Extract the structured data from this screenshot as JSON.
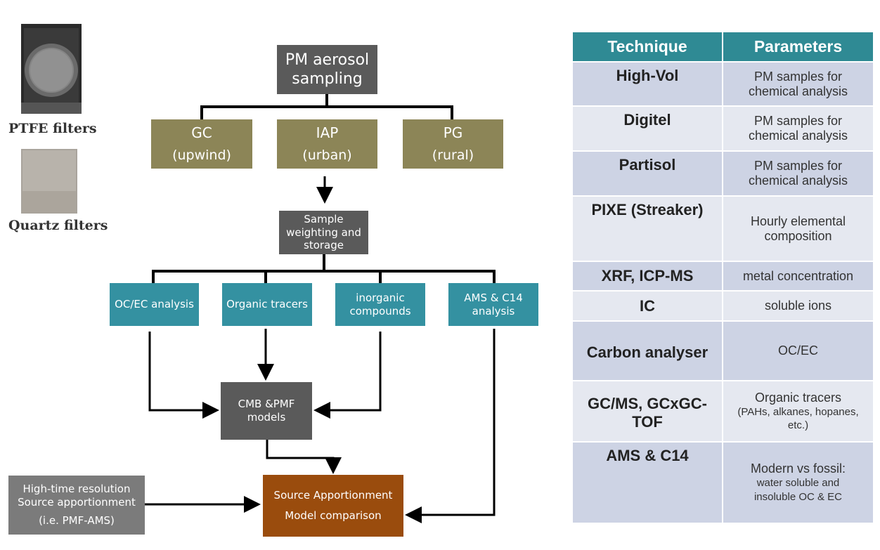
{
  "filters": {
    "ptfe_label": "PTFE filters",
    "quartz_label": "Quartz filters"
  },
  "flow": {
    "top": "PM aerosol sampling",
    "sites": [
      {
        "name": "GC",
        "sub": "(upwind)"
      },
      {
        "name": "IAP",
        "sub": "(urban)"
      },
      {
        "name": "PG",
        "sub": "(rural)"
      }
    ],
    "weighting": "Sample weighting and storage",
    "analyses": [
      "OC/EC analysis",
      "Organic tracers",
      "inorganic compounds",
      "AMS & C14 analysis"
    ],
    "models": "CMB &PMF models",
    "high_time": [
      "High-time resolution",
      "Source apportionment",
      "(i.e. PMF-AMS)"
    ],
    "source": [
      "Source Apportionment",
      "Model comparison"
    ]
  },
  "table": {
    "headers": [
      "Technique",
      "Parameters"
    ],
    "rows": [
      {
        "technique": "High-Vol",
        "parameters": "PM samples for chemical analysis"
      },
      {
        "technique": "Digitel",
        "parameters": "PM samples for chemical analysis"
      },
      {
        "technique": "Partisol",
        "parameters": "PM samples for chemical analysis"
      },
      {
        "technique": "PIXE (Streaker)",
        "parameters": "Hourly elemental composition"
      },
      {
        "technique": "XRF, ICP-MS",
        "parameters": "metal concentration"
      },
      {
        "technique": "IC",
        "parameters": "soluble ions"
      },
      {
        "technique": "Carbon analyser",
        "parameters": "OC/EC"
      },
      {
        "technique": "GC/MS, GCxGC-TOF",
        "parameters": "Organic tracers",
        "parameters_detail": "(PAHs, alkanes, hopanes, etc.)"
      },
      {
        "technique": "AMS & C14",
        "parameters": "Modern vs fossil:",
        "parameters_detail": "water soluble and insoluble OC & EC"
      }
    ]
  },
  "colors": {
    "dark": "#5a5a5a",
    "olive": "#8c8557",
    "teal": "#3491a1",
    "brown": "#9a4c0d",
    "grey": "#7b7b7b",
    "table_header": "#2f8a94",
    "row_odd": "#cdd3e4",
    "row_even": "#e5e8f0"
  }
}
